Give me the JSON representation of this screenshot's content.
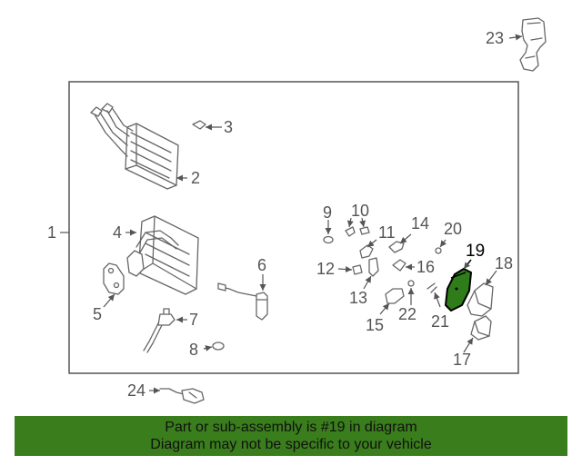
{
  "diagram": {
    "callouts": [
      "1",
      "2",
      "3",
      "4",
      "5",
      "6",
      "7",
      "8",
      "9",
      "10",
      "11",
      "12",
      "13",
      "14",
      "15",
      "16",
      "17",
      "18",
      "19",
      "20",
      "21",
      "22",
      "23",
      "24"
    ],
    "highlight": "19",
    "highlight_color": "#2e7d1a"
  },
  "banner": {
    "line1": "Part or sub-assembly is #19 in diagram",
    "line2": "Diagram may not be specific to your vehicle",
    "background": "#3a7d1c"
  }
}
